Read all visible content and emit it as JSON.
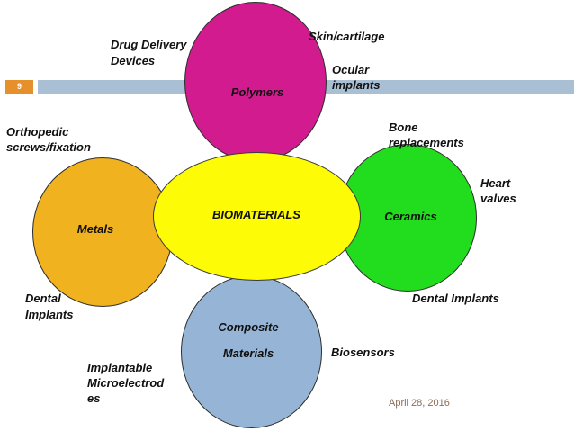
{
  "slide_number": "9",
  "date": "April 28, 2016",
  "center": "BIOMATERIALS",
  "nodes": {
    "polymers": "Polymers",
    "ceramics": "Ceramics",
    "metals": "Metals",
    "composite_line1": "Composite",
    "composite_line2": "Materials"
  },
  "annotations": {
    "drug_delivery_1": "Drug Delivery",
    "drug_delivery_2": "Devices",
    "skin": "Skin/cartilage",
    "ocular_1": "Ocular",
    "ocular_2": "implants",
    "ortho_1": "Orthopedic",
    "ortho_2": "screws/fixation",
    "bone_1": "Bone",
    "bone_2": "replacements",
    "heart_1": "Heart",
    "heart_2": "valves",
    "dental_left_1": "Dental",
    "dental_left_2": "Implants",
    "dental_right": "Dental Implants",
    "biosensors": "Biosensors",
    "implantable_1": "Implantable",
    "implantable_2": "Microelectrod",
    "implantable_3": "es"
  },
  "colors": {
    "polymers": "#d11b8e",
    "ceramics": "#22dc1e",
    "metals": "#f0b21e",
    "composite": "#96b5d6",
    "center": "#fdfb06",
    "bar_accent": "#e6902c",
    "bar_main": "#a8bfd4"
  }
}
